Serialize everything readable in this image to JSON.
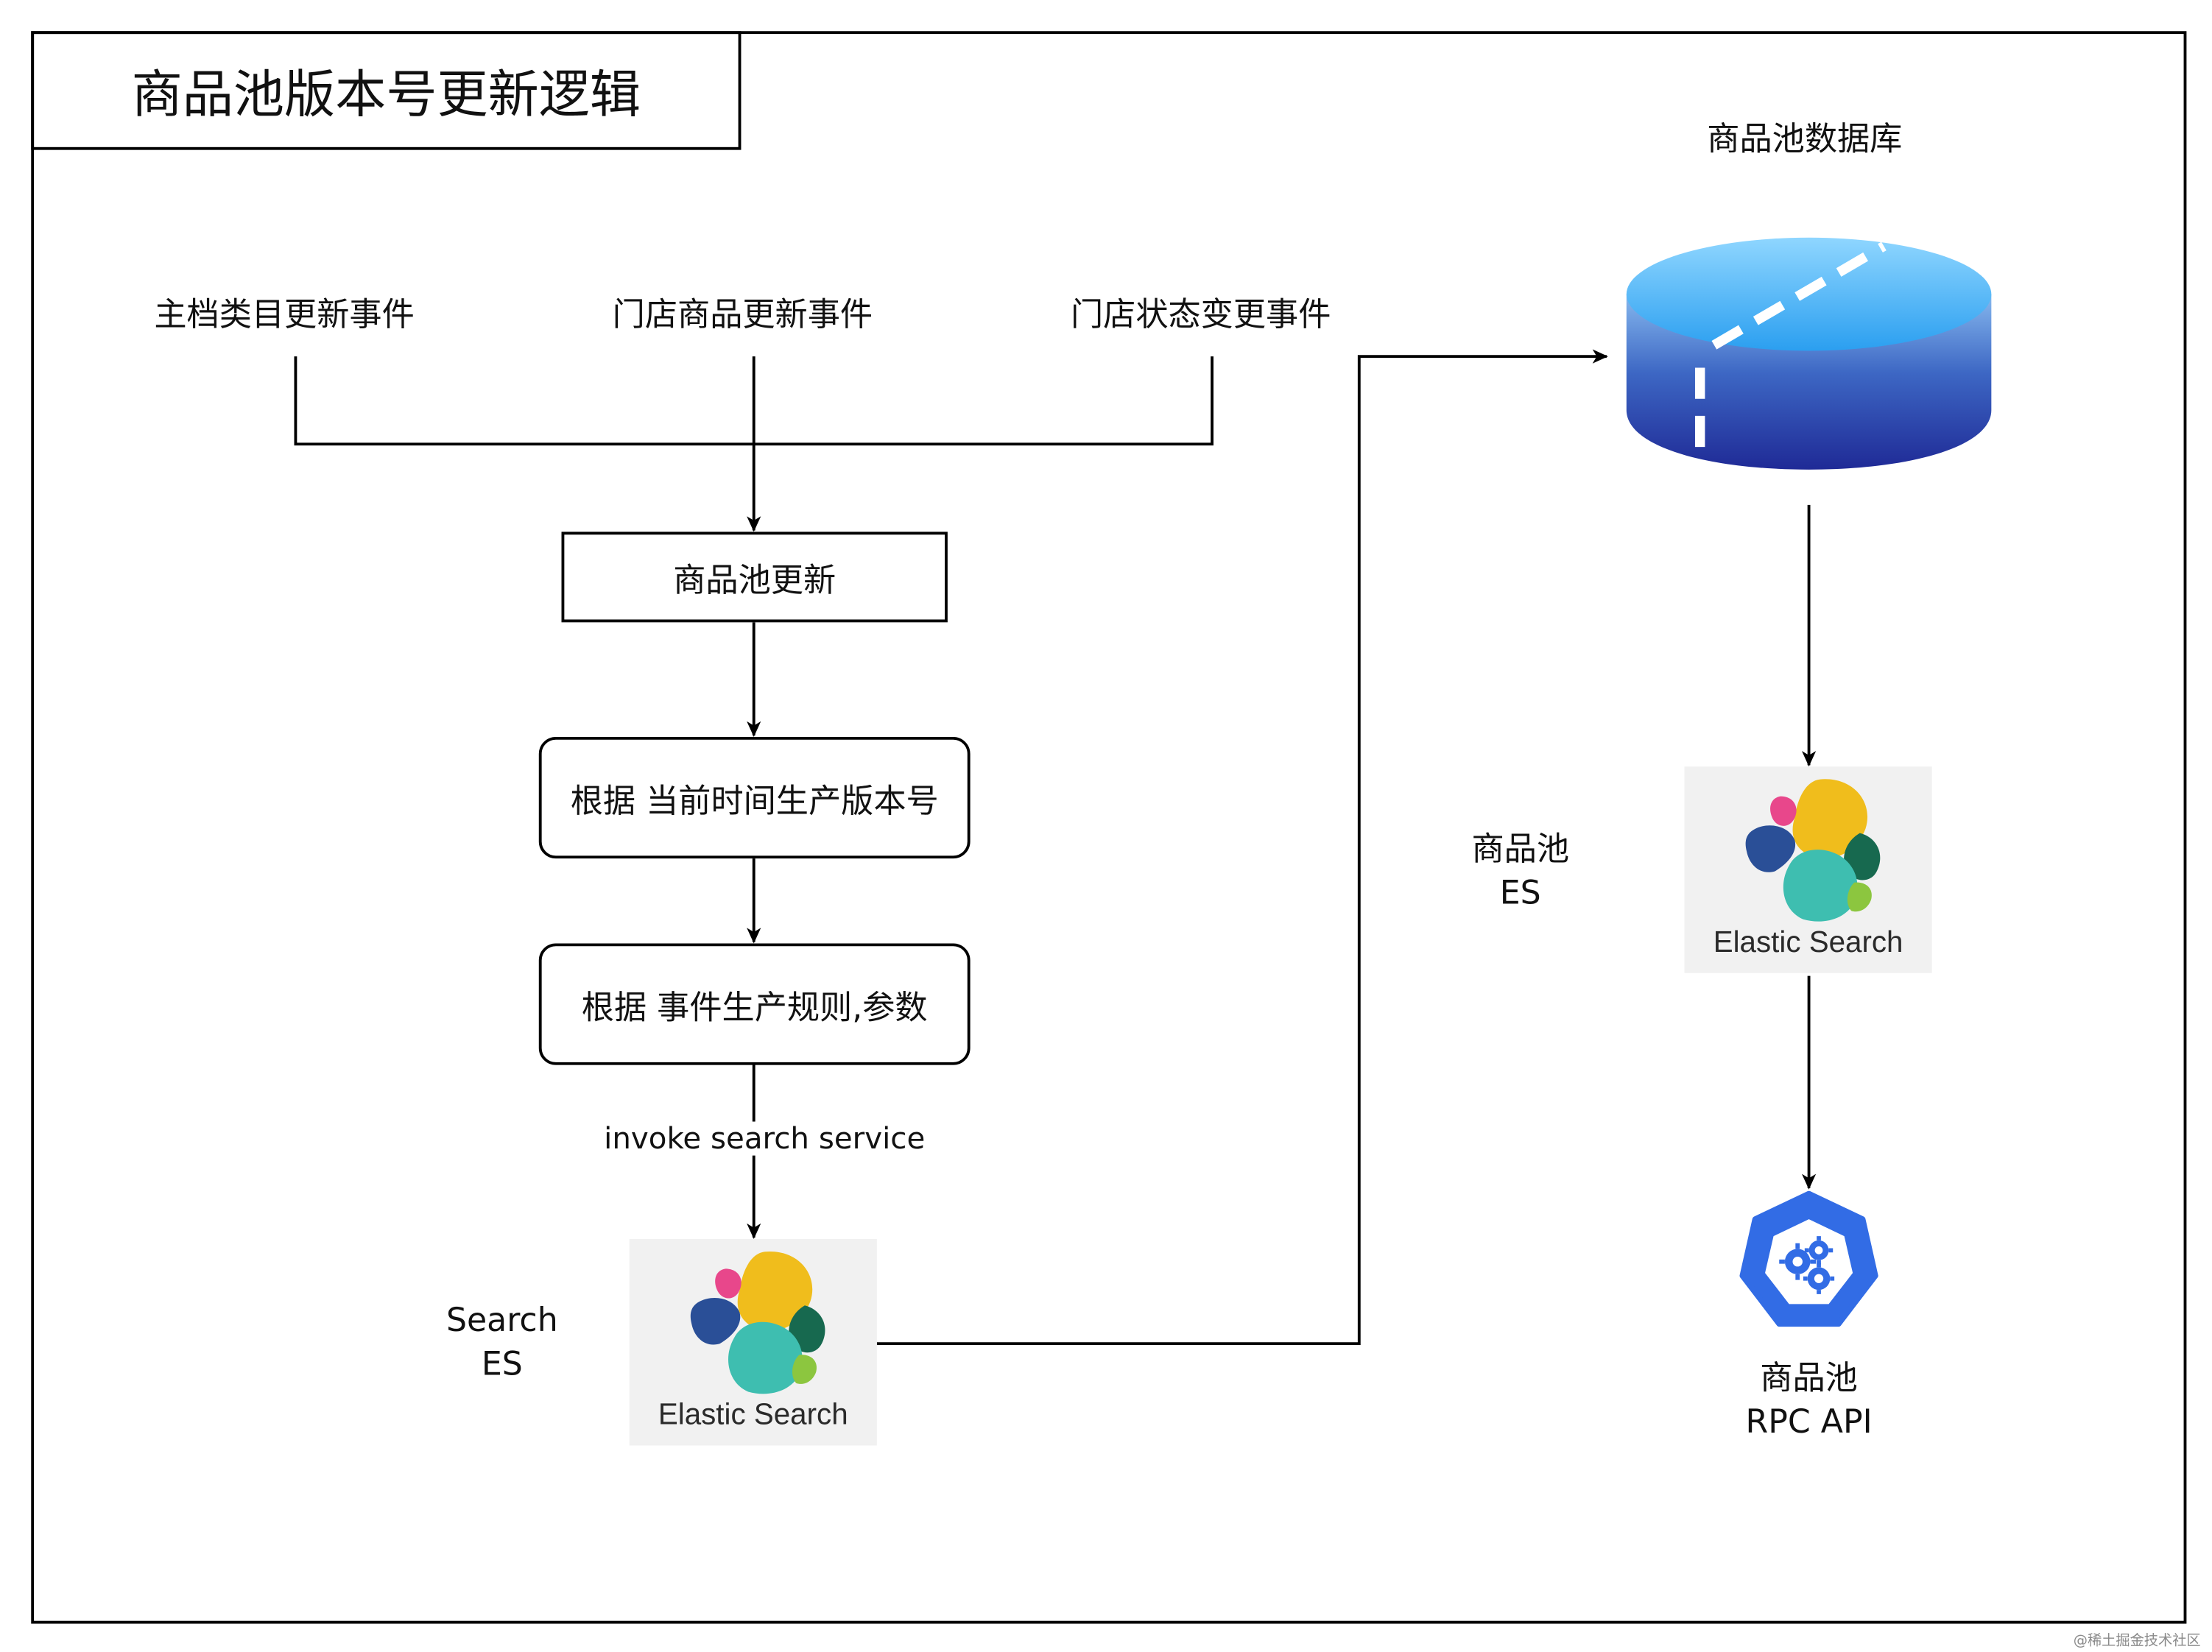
{
  "title": "商品池版本号更新逻辑",
  "events": [
    "主档类目更新事件",
    "门店商品更新事件",
    "门店状态变更事件"
  ],
  "steps": [
    "商品池更新",
    "根据 当前时间生产版本号",
    "根据 事件生产规则,参数"
  ],
  "edge_label": "invoke search service",
  "search_es": {
    "line1": "Search",
    "line2": "ES"
  },
  "es_logo_text": "Elastic Search",
  "database_label": "商品池数据库",
  "pool_es": {
    "line1": "商品池",
    "line2": "ES"
  },
  "rpc_api": {
    "line1": "商品池",
    "line2": "RPC API"
  },
  "watermark": "@稀土掘金技术社区",
  "colors": {
    "es_yellow": "#f0bd1c",
    "es_pink": "#e8478b",
    "es_navy": "#2a4f97",
    "es_teal": "#3ebeb0",
    "es_green": "#17694f",
    "es_lime": "#8cc63f",
    "db_top": "#3aa9f0",
    "db_side": "#2a3fa6",
    "k8s_blue": "#326ce5"
  }
}
